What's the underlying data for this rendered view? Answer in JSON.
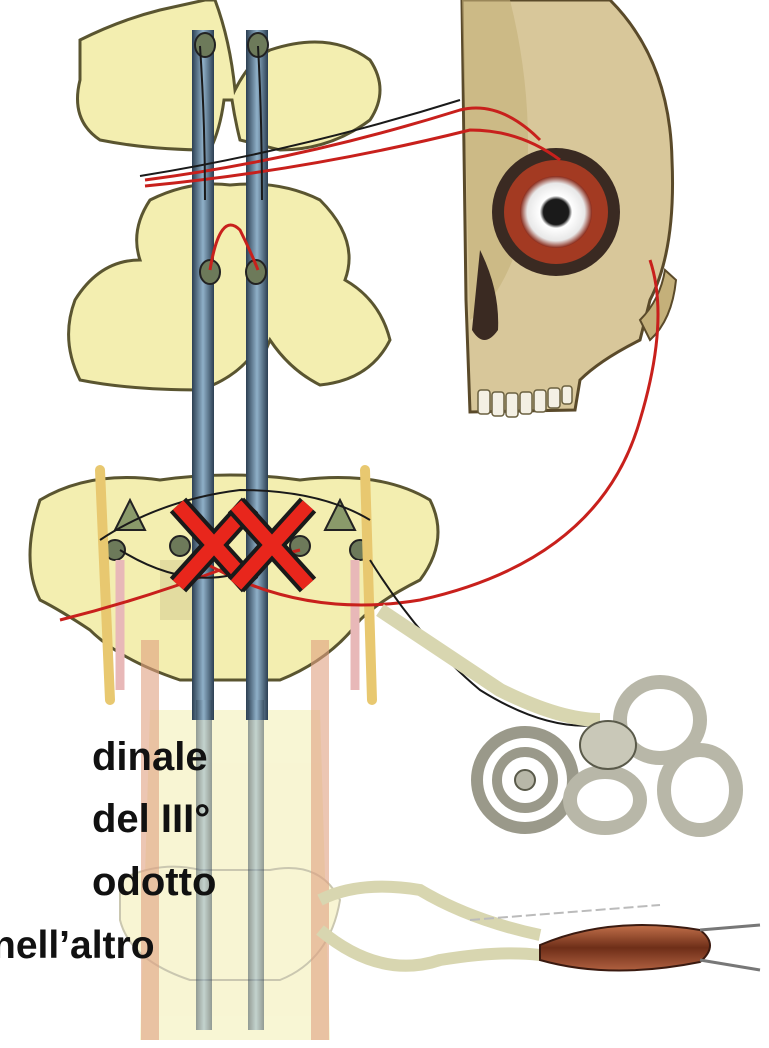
{
  "caption": {
    "lines": [
      "dinale",
      "del III°",
      "odotto",
      "nell’altro"
    ]
  },
  "marker": {
    "symbol": "X",
    "count": 2,
    "fill_color": "#e8261c",
    "outline_color": "#1a1a1a"
  },
  "colors": {
    "brainstem": "#f3eeb0",
    "brainstem_outline": "#5a5530",
    "mlf_tract": "#5f7f98",
    "nerve_red": "#c8201c",
    "skull": "#d8c79a",
    "cochlea": "#c9c8b8",
    "muscle": "#9a4b2c"
  }
}
